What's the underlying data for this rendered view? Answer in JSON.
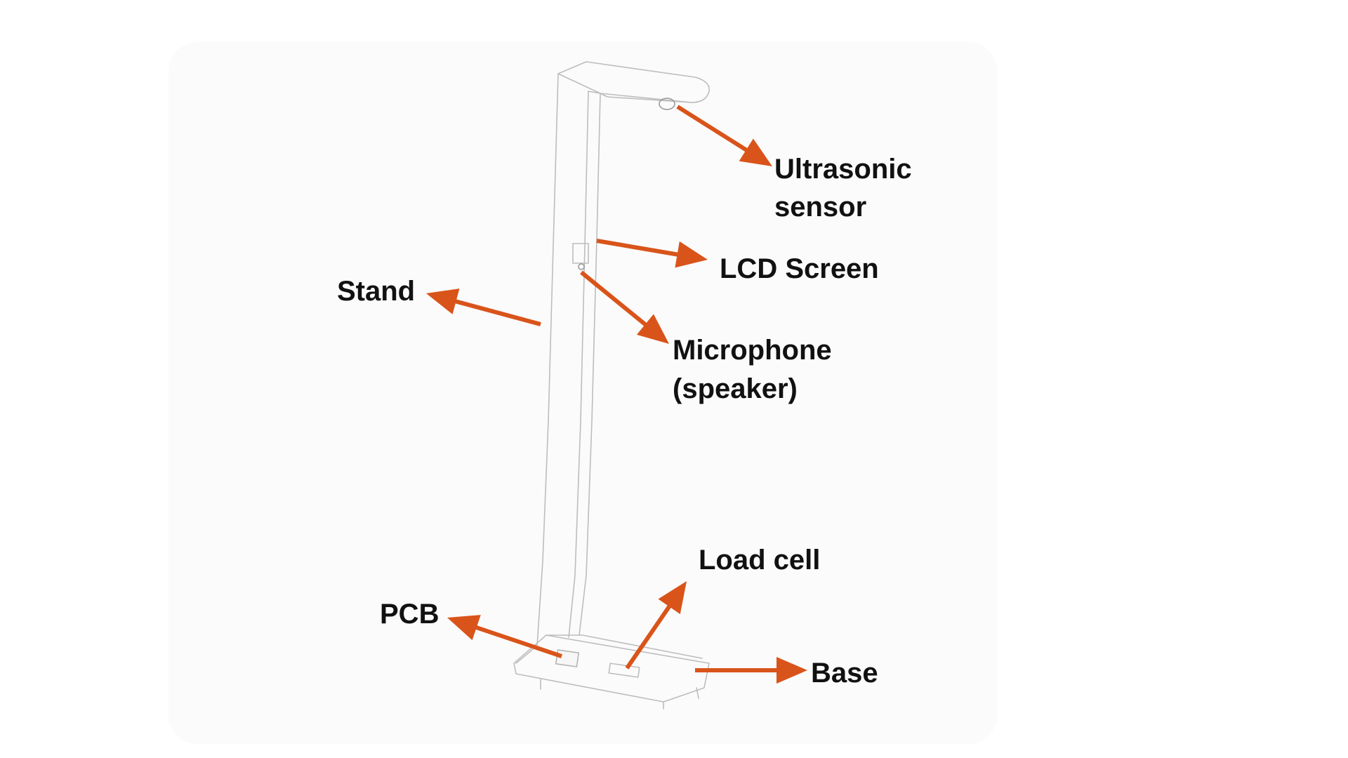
{
  "colors": {
    "accent": "#d9541a",
    "label_text": "#111111",
    "sketch_line": "#bdbdbd"
  },
  "labels": {
    "ultrasonic_sensor": [
      "Ultrasonic",
      "sensor"
    ],
    "lcd_screen": "LCD Screen",
    "stand": "Stand",
    "microphone": [
      "Microphone",
      "(speaker)"
    ],
    "load_cell": "Load cell",
    "pcb": "PCB",
    "base": "Base"
  }
}
